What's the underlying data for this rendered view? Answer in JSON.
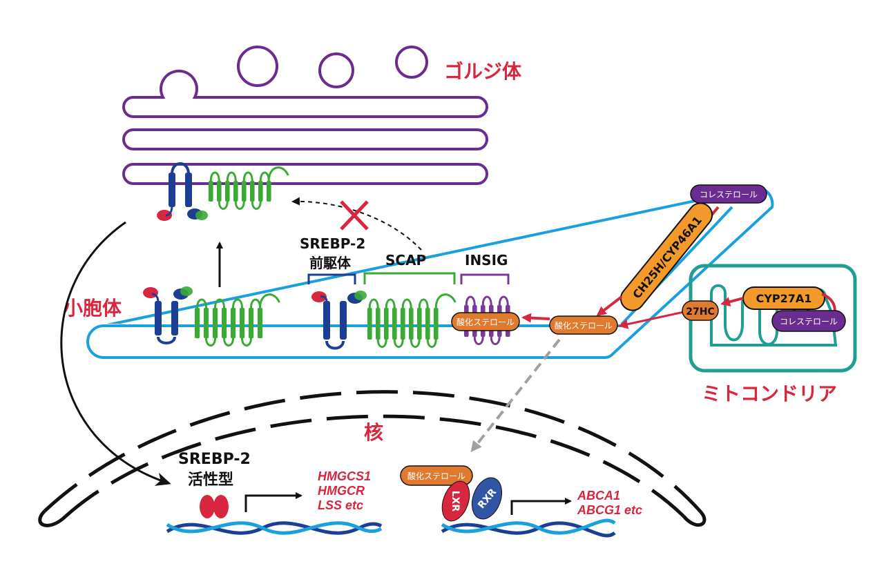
{
  "labels": {
    "golgi": "ゴルジ体",
    "er": "小胞体",
    "nucleus": "核",
    "mitochondria": "ミトコンドリア",
    "srebp2_precursor_line1": "SREBP-2",
    "srebp2_precursor_line2": "前駆体",
    "scap": "SCAP",
    "insig": "INSIG",
    "srebp2_active_line1": "SREBP-2",
    "srebp2_active_line2": "活性型",
    "lxr": "LXR",
    "rxr": "RXR"
  },
  "pills": {
    "cholesterol_er": "コレステロール",
    "enzyme_er": "CH25H/CYP46A1",
    "oxysterol_er": "酸化ステロール",
    "oxysterol_insig": "酸化ステロール",
    "oxysterol_nucleus": "酸化ステロール",
    "cyp27a1": "CYP27A1",
    "hc27": "27HC",
    "cholesterol_mito": "コレステロール"
  },
  "genes": {
    "srebp_targets": [
      "HMGCS1",
      "HMGCR",
      "LSS etc"
    ],
    "lxr_targets": [
      "ABCA1",
      "ABCG1 etc"
    ]
  },
  "colors": {
    "golgi_membrane": "#6a2c91",
    "er_membrane": "#1aa0dc",
    "mito_membrane": "#1f9e91",
    "srebp": "#1c3f94",
    "scap": "#3aaa35",
    "insig": "#7b3a96",
    "label_red": "#d7263d",
    "oxysterol_pill": "#e07a2f",
    "enzyme_pill": "#f39a2b",
    "cholesterol_pill": "#6a2c91"
  }
}
